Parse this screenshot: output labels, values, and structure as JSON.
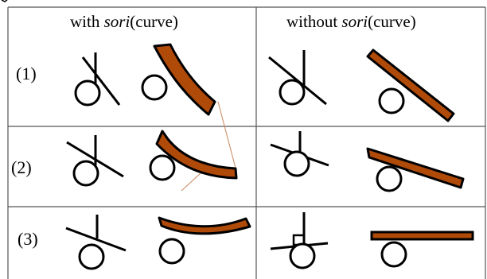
{
  "headers": {
    "left_prefix": "with ",
    "left_em": "sori",
    "left_suffix": "(curve)",
    "right_prefix": "without ",
    "right_em": "sori",
    "right_suffix": "(curve)"
  },
  "rows": [
    {
      "label": "(1)"
    },
    {
      "label": "(2)"
    },
    {
      "label": "(3)"
    }
  ],
  "colors": {
    "blade": "#b04a08",
    "outline": "#000000",
    "guide": "#c8865a",
    "grid": "#555555"
  }
}
